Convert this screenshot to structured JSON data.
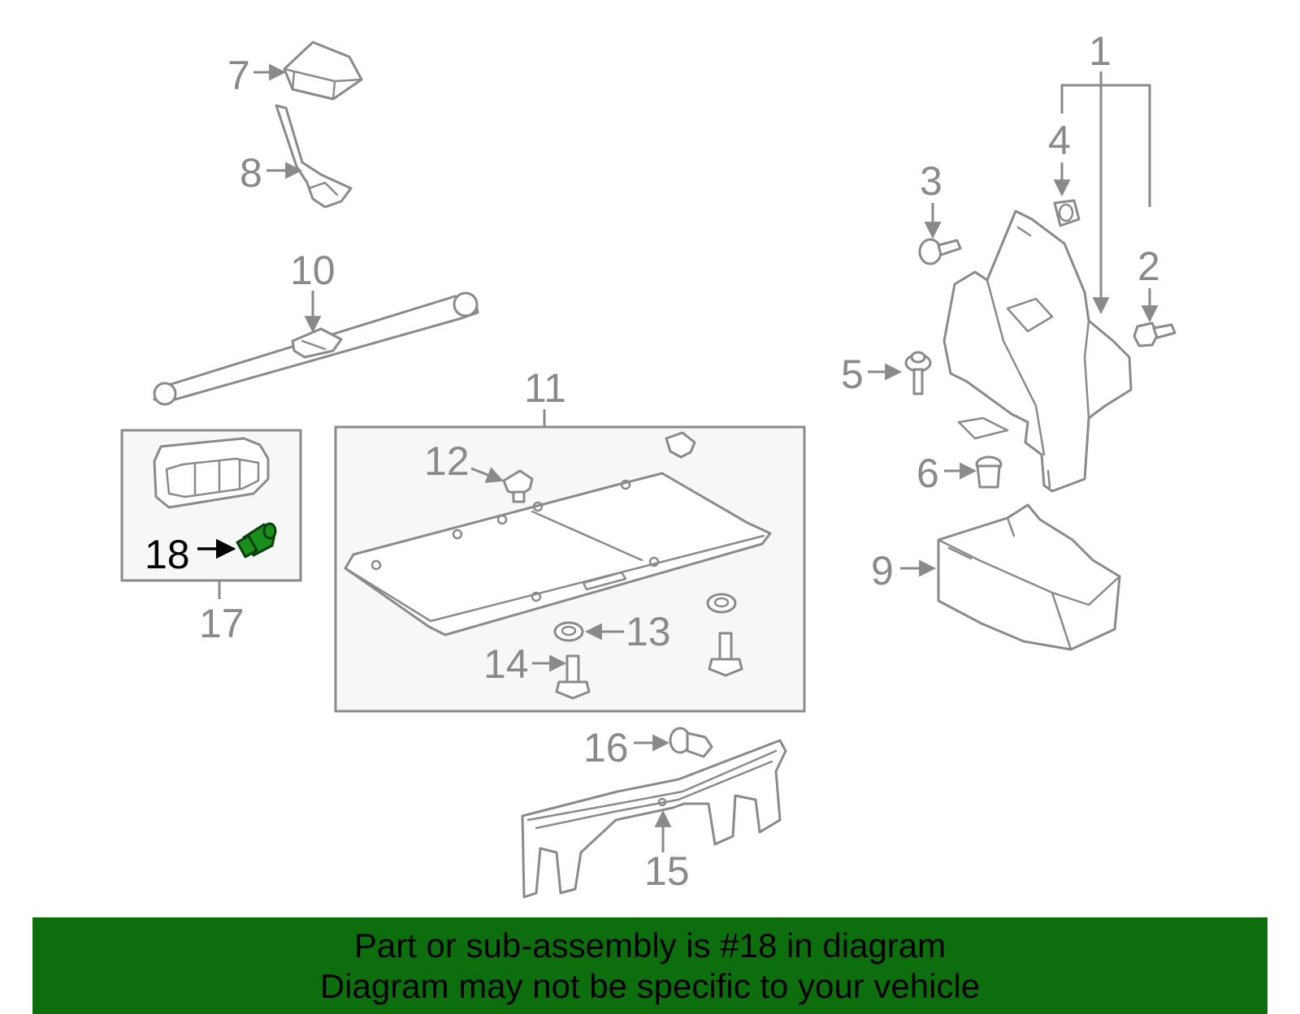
{
  "callouts": {
    "c1": "1",
    "c2": "2",
    "c3": "3",
    "c4": "4",
    "c5": "5",
    "c6": "6",
    "c7": "7",
    "c8": "8",
    "c9": "9",
    "c10": "10",
    "c11": "11",
    "c12": "12",
    "c13": "13",
    "c14": "14",
    "c15": "15",
    "c16": "16",
    "c17": "17",
    "c18": "18"
  },
  "highlight": {
    "part": "18",
    "color": "#1b8f1b"
  },
  "banner": {
    "line1": "Part or sub-assembly is #18 in diagram",
    "line2": "Diagram may not be specific to your vehicle",
    "background": "#0d6e0d"
  }
}
